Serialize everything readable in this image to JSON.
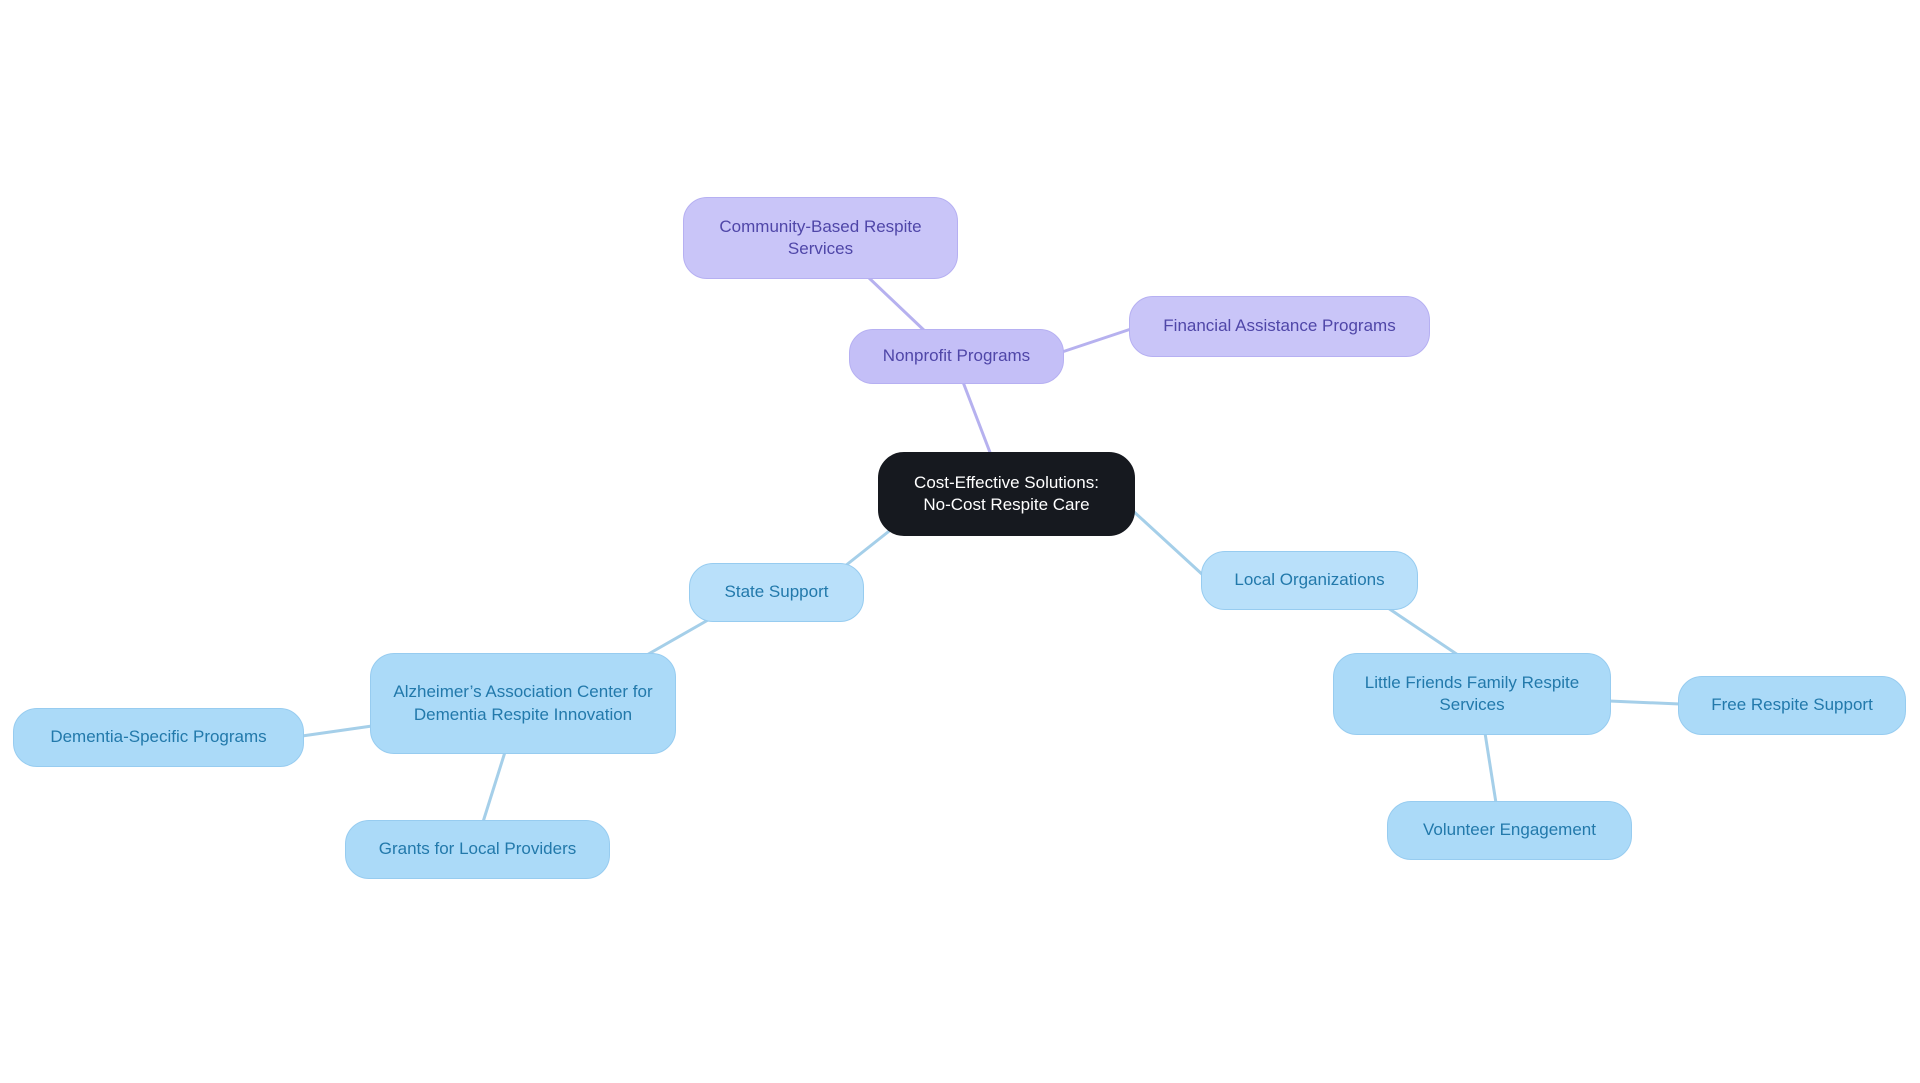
{
  "diagram": {
    "type": "mindmap",
    "title": "Cost-Effective Solutions: No-Cost Respite Care",
    "colors": {
      "central_bg": "#16191f",
      "central_text": "#ffffff",
      "purple_node_bg": "#c9c5f8",
      "purple_node_border": "#b6b0f2",
      "purple_node_text": "#4f46a8",
      "purple_edge": "#b6b1ef",
      "blue_node_bg": "#abdaf8",
      "blue_node_border": "#97ccf0",
      "blue_node_text": "#2279ab",
      "blue_edge": "#a5cfe9"
    },
    "edges": [
      {
        "from": "central",
        "to": "nonprofit"
      },
      {
        "from": "nonprofit",
        "to": "community"
      },
      {
        "from": "nonprofit",
        "to": "financial"
      },
      {
        "from": "central",
        "to": "state"
      },
      {
        "from": "state",
        "to": "alzheimers"
      },
      {
        "from": "alzheimers",
        "to": "dementia"
      },
      {
        "from": "alzheimers",
        "to": "grants"
      },
      {
        "from": "central",
        "to": "local"
      },
      {
        "from": "local",
        "to": "littlefriends"
      },
      {
        "from": "littlefriends",
        "to": "freerespite"
      },
      {
        "from": "littlefriends",
        "to": "volunteer"
      }
    ]
  },
  "nodes": {
    "central": {
      "label": "Cost-Effective Solutions:\nNo-Cost Respite Care"
    },
    "nonprofit": {
      "label": "Nonprofit Programs"
    },
    "community": {
      "label": "Community-Based Respite Services"
    },
    "financial": {
      "label": "Financial Assistance Programs"
    },
    "state": {
      "label": "State Support"
    },
    "alzheimers": {
      "label": "Alzheimer’s Association Center for Dementia Respite Innovation"
    },
    "dementia": {
      "label": "Dementia-Specific Programs"
    },
    "grants": {
      "label": "Grants for Local Providers"
    },
    "local": {
      "label": "Local Organizations"
    },
    "littlefriends": {
      "label": "Little Friends Family Respite Services"
    },
    "freerespite": {
      "label": "Free Respite Support"
    },
    "volunteer": {
      "label": "Volunteer Engagement"
    }
  }
}
